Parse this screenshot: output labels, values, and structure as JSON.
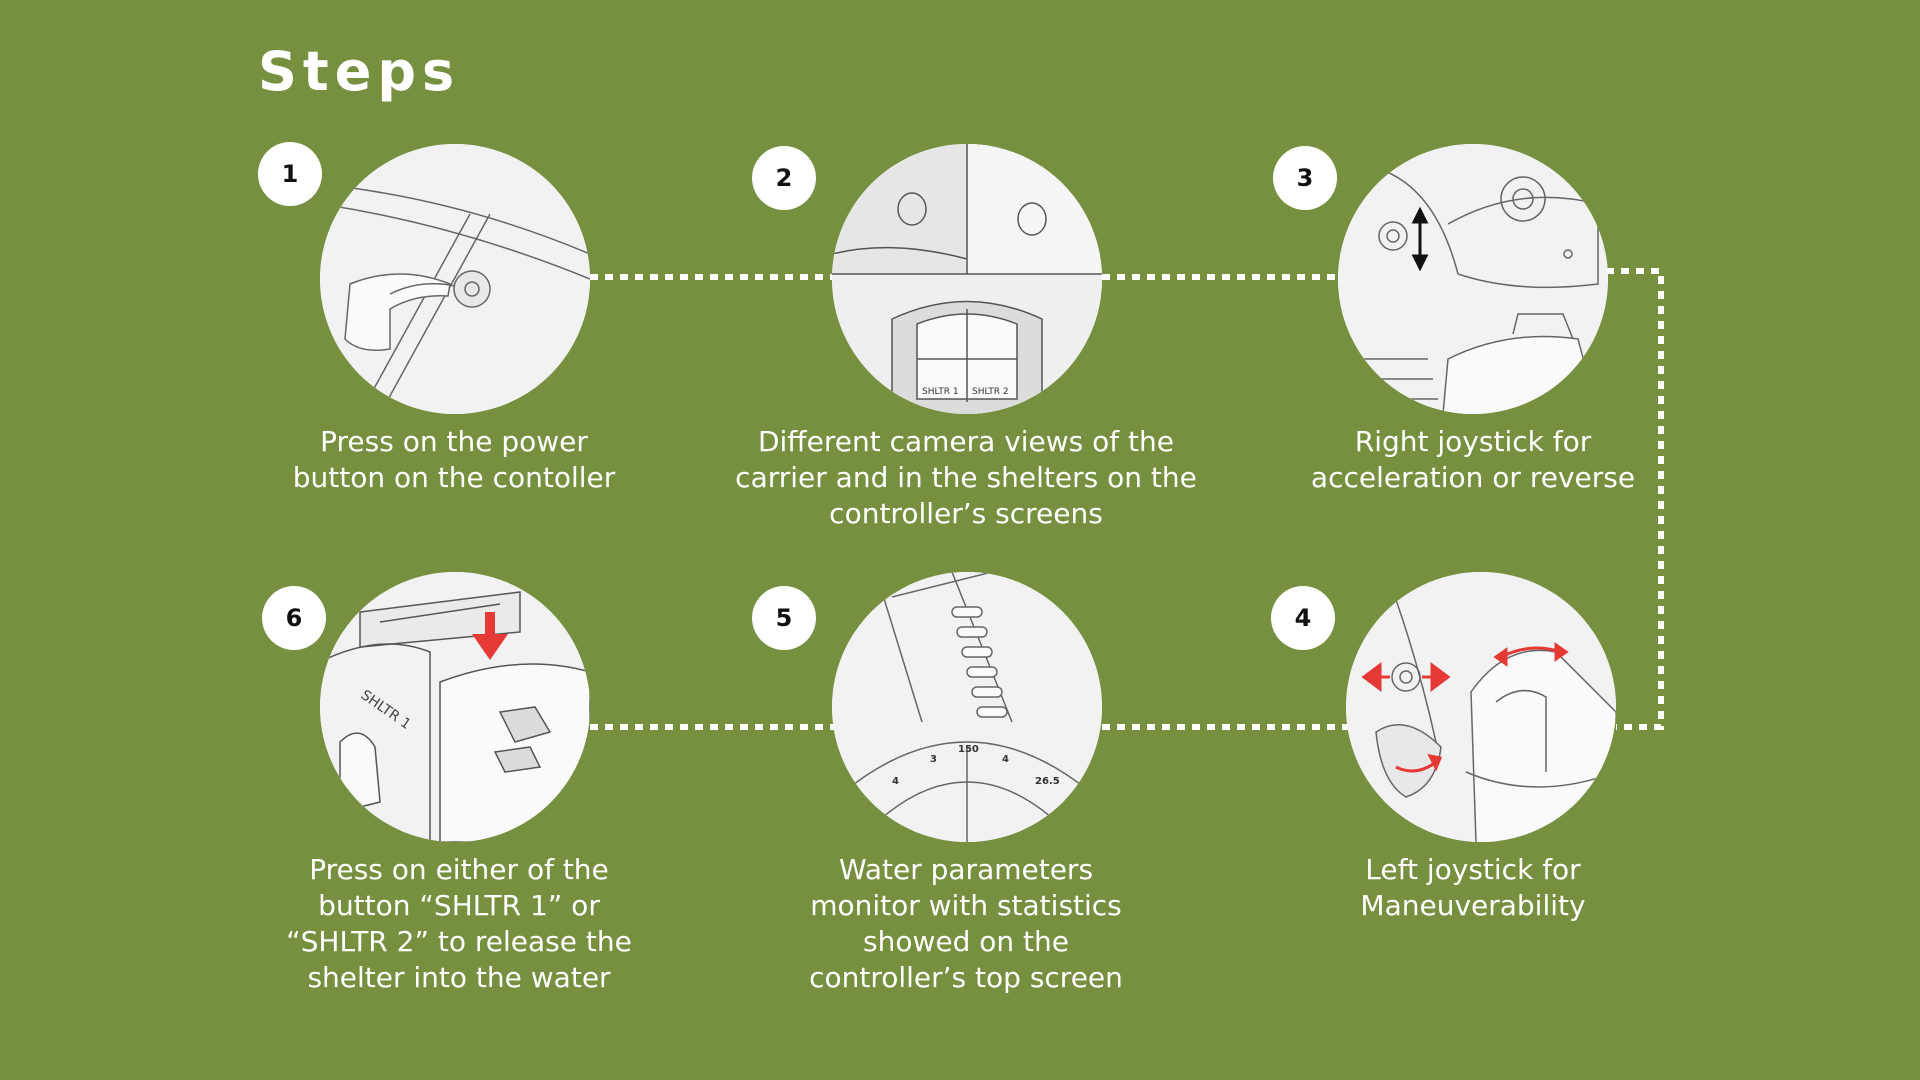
{
  "title": "Steps",
  "colors": {
    "background": "#76903f",
    "accent_arrow": "#e53935"
  },
  "steps": [
    {
      "number": "1",
      "caption": "Press on the power\nbutton on the contoller",
      "illustration": "finger-pressing-power-button"
    },
    {
      "number": "2",
      "caption": "Different camera views of the\ncarrier and in the shelters on the\ncontroller’s screens",
      "illustration": "camera-views-and-shelter"
    },
    {
      "number": "3",
      "caption": "Right joystick for\nacceleration or reverse",
      "illustration": "right-joystick-up-down"
    },
    {
      "number": "4",
      "caption": "Left joystick for\nManeuverability",
      "illustration": "left-joystick-left-right"
    },
    {
      "number": "5",
      "caption": "Water parameters\nmonitor with statistics\nshowed on the\ncontroller’s top screen",
      "illustration": "water-parameter-dial",
      "dial_values": [
        "4",
        "3",
        "150",
        "4",
        "26.5"
      ]
    },
    {
      "number": "6",
      "caption": "Press on either of the\nbutton “SHLTR 1” or\n“SHLTR 2” to release the\nshelter into the water",
      "illustration": "shelter-release-button",
      "label": "SHLTR 1"
    }
  ],
  "step2_labels": [
    "SHLTR 1",
    "SHLTR 2"
  ]
}
